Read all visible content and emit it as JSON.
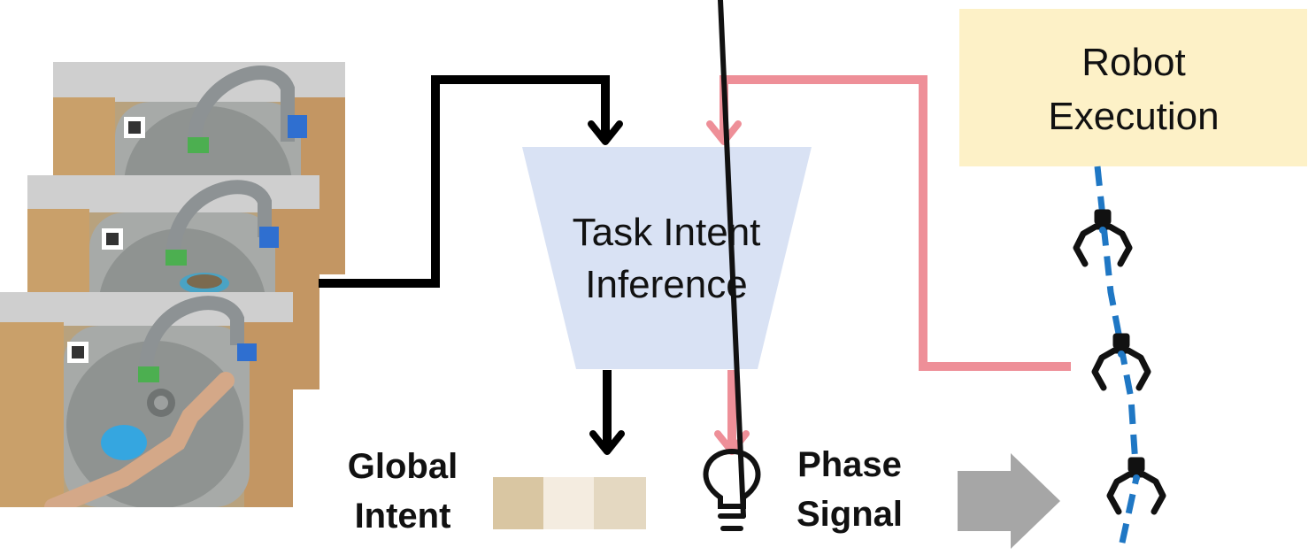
{
  "figure": {
    "inference_block": {
      "line1": "Task Intent",
      "line2": "Inference"
    },
    "robot_block": {
      "line1": "Robot",
      "line2": "Execution"
    },
    "global_intent": {
      "line1": "Global",
      "line2": "Intent",
      "swatches": [
        "#d9c6a2",
        "#f4ece0",
        "#e4d8c1"
      ]
    },
    "phase_signal": {
      "line1": "Phase",
      "line2": "Signal"
    },
    "icons": [
      "lightbulb-icon",
      "gripper-icon",
      "big-arrow-icon"
    ],
    "video_frames": 3
  },
  "colors": {
    "inference_fill": "#d9e2f4",
    "robot_fill": "#fdf1c7",
    "black_path": "#000000",
    "pink_path": "#ee8f98",
    "trajectory": "#1f77c4",
    "big_arrow": "#a6a6a6"
  }
}
